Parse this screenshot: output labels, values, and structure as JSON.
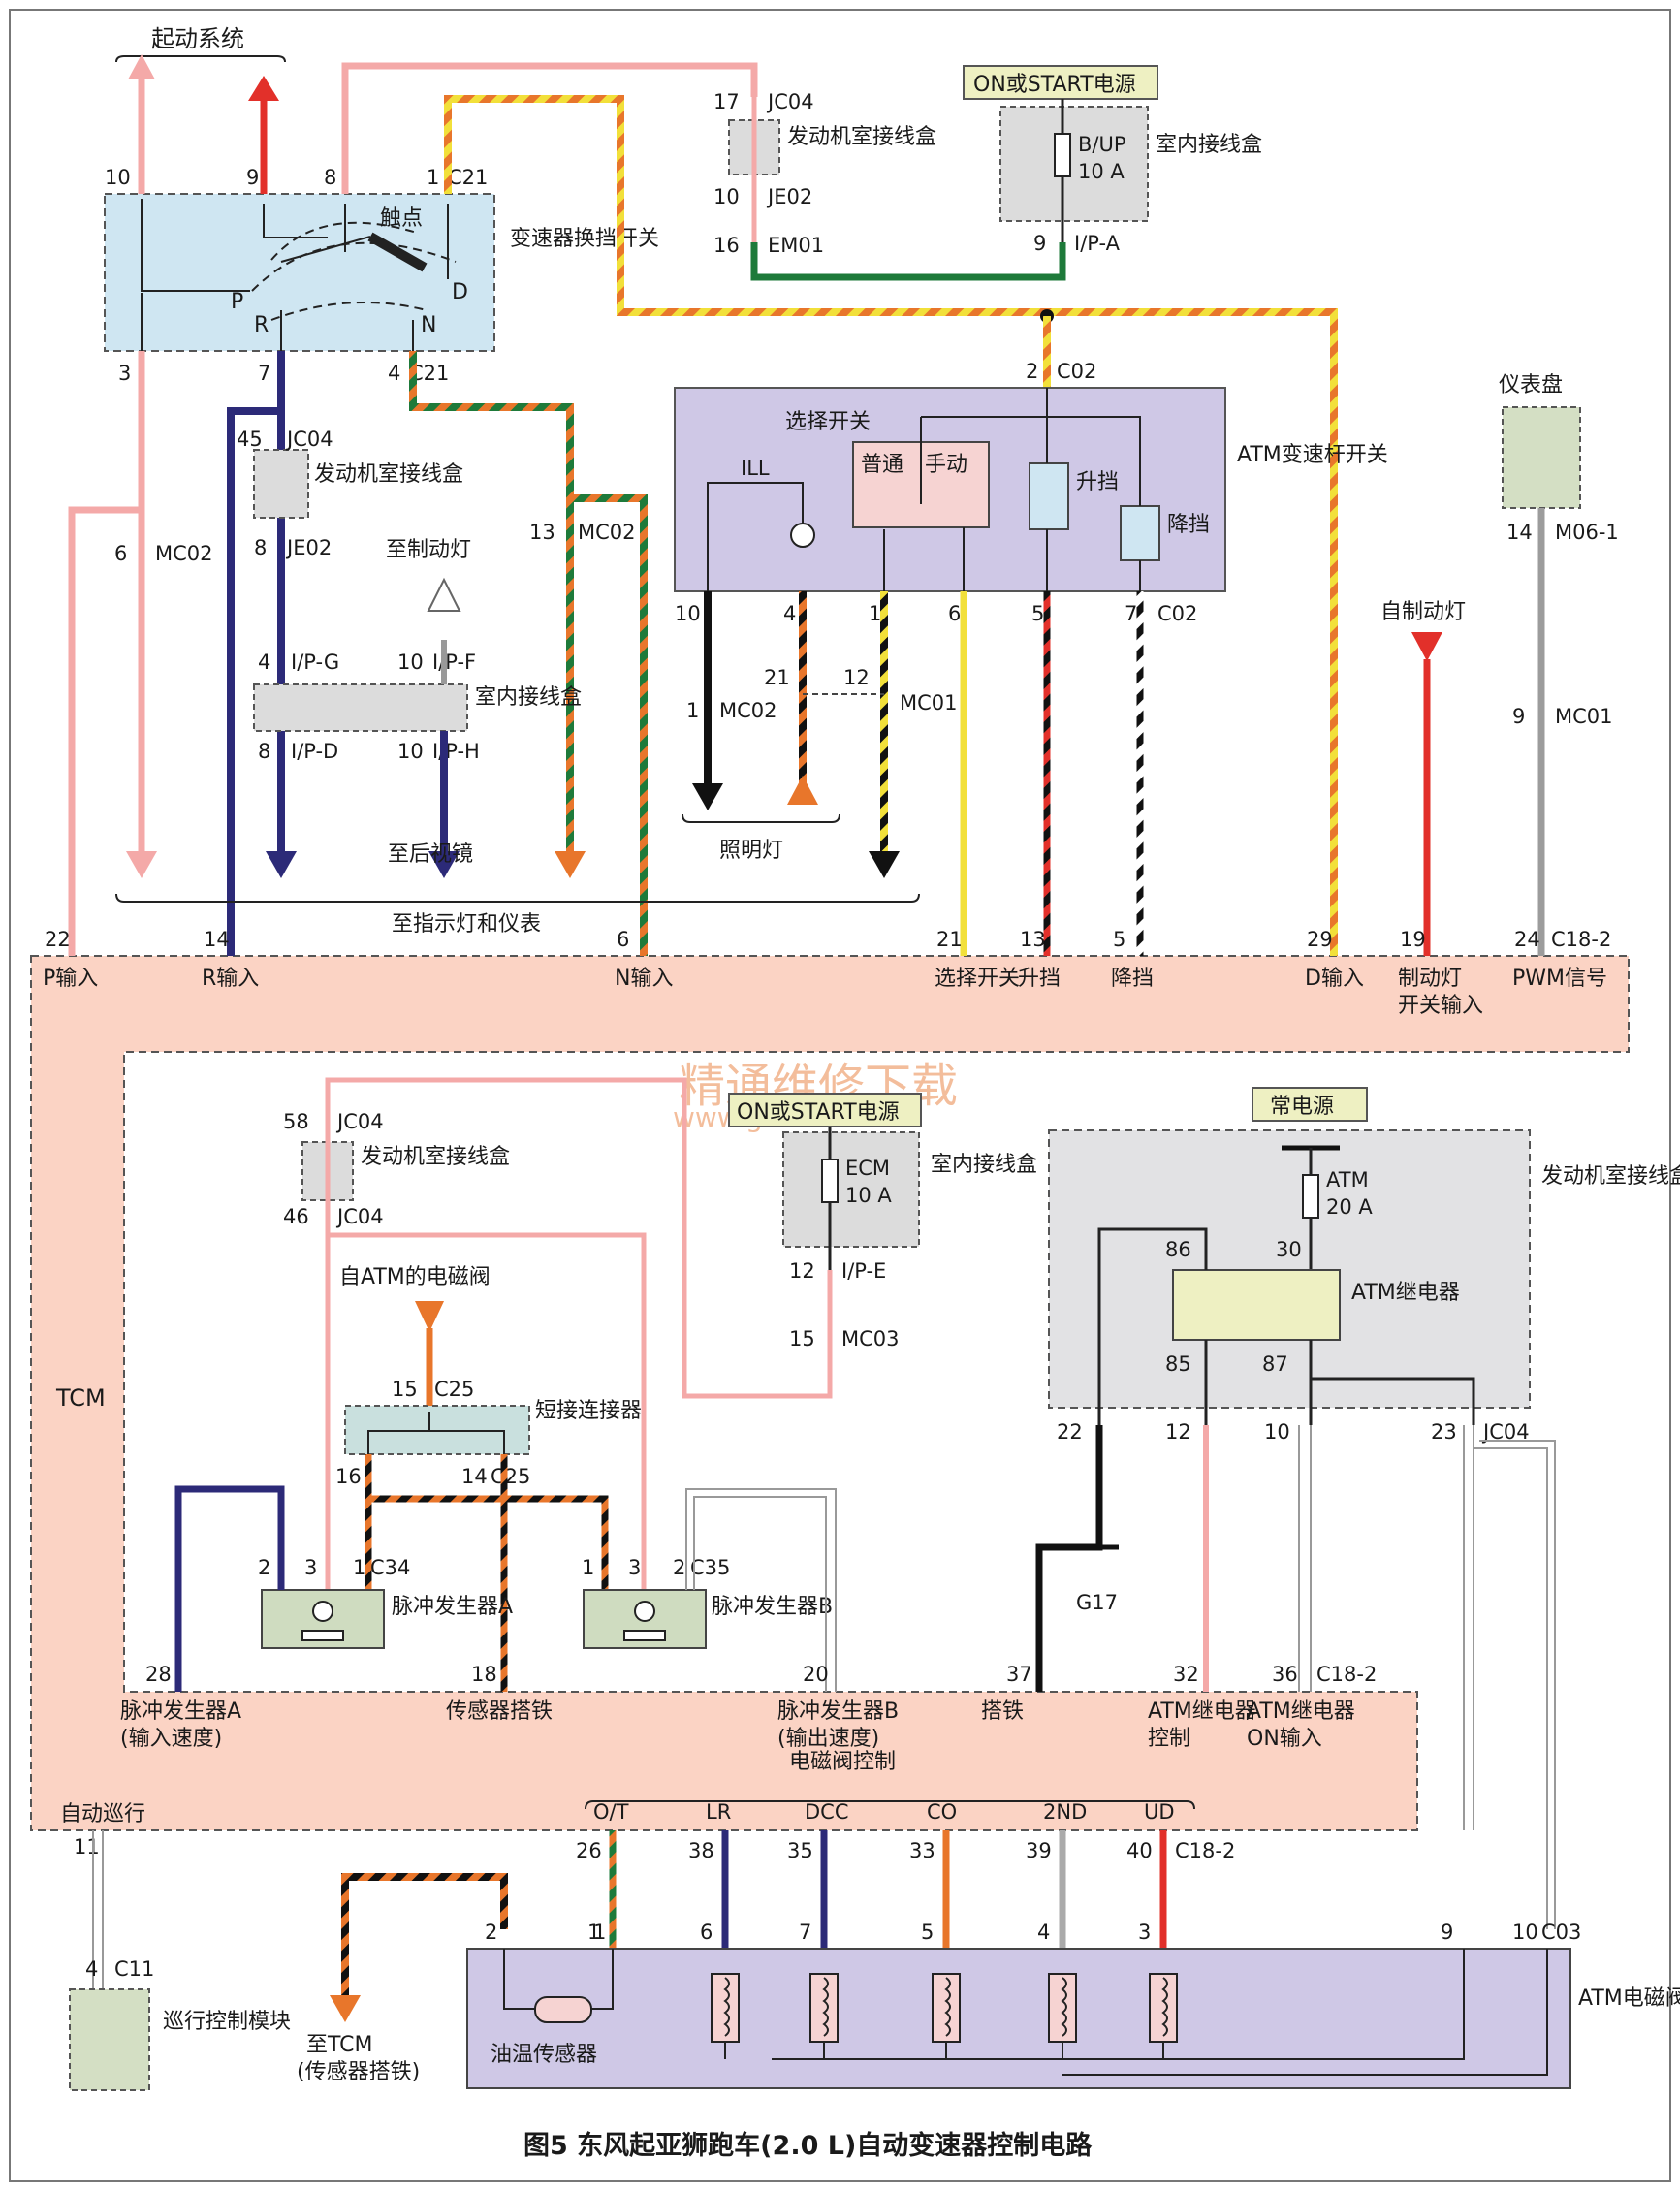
{
  "caption": "图5 东风起亚狮跑车(2.0 L)自动变速器控制电路",
  "watermark": {
    "line1": "精通维修下载",
    "line2": "www.gzweix.com"
  },
  "labels": {
    "start_system": "起动系统",
    "shift_switch": "变速器换挡开关",
    "contact": "触点",
    "on_start_power": "ON或START电源",
    "engine_box": "发动机室接线盒",
    "interior_box": "室内接线盒",
    "bup_fuse": "B/UP",
    "bup_amp": "10 A",
    "select_switch": "选择开关",
    "normal": "普通",
    "manual": "手动",
    "ill": "ILL",
    "upshift": "升挡",
    "downshift": "降挡",
    "atm_lever": "ATM变速杆开关",
    "instrument_panel": "仪表盘",
    "to_brake_light": "至制动灯",
    "from_brake_light": "自制动灯",
    "to_mirror": "至后视镜",
    "lighting": "照明灯",
    "to_indicators": "至指示灯和仪表",
    "const_power": "常电源",
    "ecm_fuse": "ECM",
    "ecm_amp": "10 A",
    "atm_fuse": "ATM",
    "atm_amp": "20 A",
    "atm_relay": "ATM继电器",
    "from_solenoid": "自ATM的电磁阀",
    "short_connector": "短接连接器",
    "pulse_a": "脉冲发生器A",
    "pulse_b": "脉冲发生器B",
    "tcm": "TCM",
    "auto_cruise": "自动巡行",
    "solenoid_ctrl": "电磁阀控制",
    "cruise_module": "巡行控制模块",
    "to_tcm": "至TCM",
    "to_tcm_sub": "(传感器搭铁)",
    "oil_temp": "油温传感器",
    "atm_solenoid": "ATM电磁阀",
    "g17": "G17",
    "pos_p": "P",
    "pos_r": "R",
    "pos_n": "N",
    "pos_d": "D"
  },
  "tcm_top_inputs": [
    {
      "pin": "22",
      "name": "P输入"
    },
    {
      "pin": "14",
      "name": "R输入"
    },
    {
      "pin": "6",
      "name": "N输入"
    },
    {
      "pin": "21",
      "name": "选择开关"
    },
    {
      "pin": "13",
      "name": "升挡"
    },
    {
      "pin": "5",
      "name": "降挡"
    },
    {
      "pin": "29",
      "name": "D输入"
    },
    {
      "pin": "19",
      "name": "制动灯开关输入"
    },
    {
      "pin": "24",
      "name": "PWM信号"
    }
  ],
  "tcm_bottom_pins": [
    {
      "pin": "28",
      "name": "脉冲发生器A",
      "sub": "(输入速度)"
    },
    {
      "pin": "18",
      "name": "传感器搭铁",
      "sub": ""
    },
    {
      "pin": "20",
      "name": "脉冲发生器B",
      "sub": "(输出速度)"
    },
    {
      "pin": "37",
      "name": "搭铁",
      "sub": ""
    },
    {
      "pin": "32",
      "name": "ATM继电器",
      "sub": "控制"
    },
    {
      "pin": "36",
      "name": "ATM继电器",
      "sub": "ON输入"
    }
  ],
  "solenoid_outputs": [
    {
      "name": "O/T",
      "tcm_pin": "26",
      "sol_pin": "1"
    },
    {
      "name": "LR",
      "tcm_pin": "38",
      "sol_pin": "6"
    },
    {
      "name": "DCC",
      "tcm_pin": "35",
      "sol_pin": "7"
    },
    {
      "name": "CO",
      "tcm_pin": "33",
      "sol_pin": "5"
    },
    {
      "name": "2ND",
      "tcm_pin": "39",
      "sol_pin": "4"
    },
    {
      "name": "UD",
      "tcm_pin": "40",
      "sol_pin": "3"
    }
  ],
  "connectors": {
    "c21": "C21",
    "c02": "C02",
    "c18_2": "C18-2",
    "c25": "C25",
    "c34": "C34",
    "c35": "C35",
    "c03": "C03",
    "c11": "C11",
    "jc04": "JC04",
    "je02": "JE02",
    "em01": "EM01",
    "ipa": "I/P-A",
    "ipg": "I/P-G",
    "ipf": "I/P-F",
    "ipd": "I/P-D",
    "iph": "I/P-H",
    "ipe": "I/P-E",
    "mc01": "MC01",
    "mc02": "MC02",
    "mc03": "MC03",
    "m06_1": "M06-1"
  },
  "pins": {
    "sw_top": [
      "10",
      "9",
      "8",
      "1"
    ],
    "sw_bot": [
      "3",
      "7",
      "4"
    ],
    "jc04_17": "17",
    "je02_10": "10",
    "em01_16": "16",
    "ipa_9": "9",
    "c02_2": "2",
    "lever_bot": [
      "10",
      "4",
      "1",
      "6",
      "5",
      "7"
    ],
    "jc04_45": "45",
    "je02_8": "8",
    "mc02_6": "6",
    "mc02_13": "13",
    "ipg_4": "4",
    "ipf_10": "10",
    "ipd_8": "8",
    "iph_10": "10",
    "mc02_1": "1",
    "mc01_21": "21",
    "mc01_12": "12",
    "m06_14": "14",
    "mc01_9": "9",
    "jc04_58": "58",
    "jc04_46": "46",
    "ipe_12": "12",
    "mc03_15": "15",
    "relay": [
      "86",
      "30",
      "85",
      "87"
    ],
    "engbox_bot": [
      "22",
      "12",
      "10",
      "23"
    ],
    "c25": [
      "15",
      "16",
      "14"
    ],
    "pga": [
      "2",
      "3",
      "1"
    ],
    "pgb": [
      "1",
      "3",
      "2"
    ],
    "c11_11": "11",
    "c11_4": "4",
    "oil": [
      "2",
      "1"
    ],
    "sol_c03": [
      "9",
      "10"
    ]
  },
  "colors": {
    "pink": "#f4a9a8",
    "red": "#e2302a",
    "navy": "#2c2a78",
    "orange": "#e8762b",
    "green": "#1e7a3a",
    "yellow": "#f2e03a",
    "black": "#111111",
    "gray": "#9c9c9c",
    "tcm_fill": "#fbd3c4",
    "switch_fill": "#cfe6f2",
    "lever_fill": "#cfc8e6",
    "box_fill": "#dcdcdc",
    "relay_fill": "#eef0c2",
    "pulse_fill": "#cfdcc0",
    "cruise_fill": "#d4dfc4",
    "short_fill": "#c9e0de"
  }
}
